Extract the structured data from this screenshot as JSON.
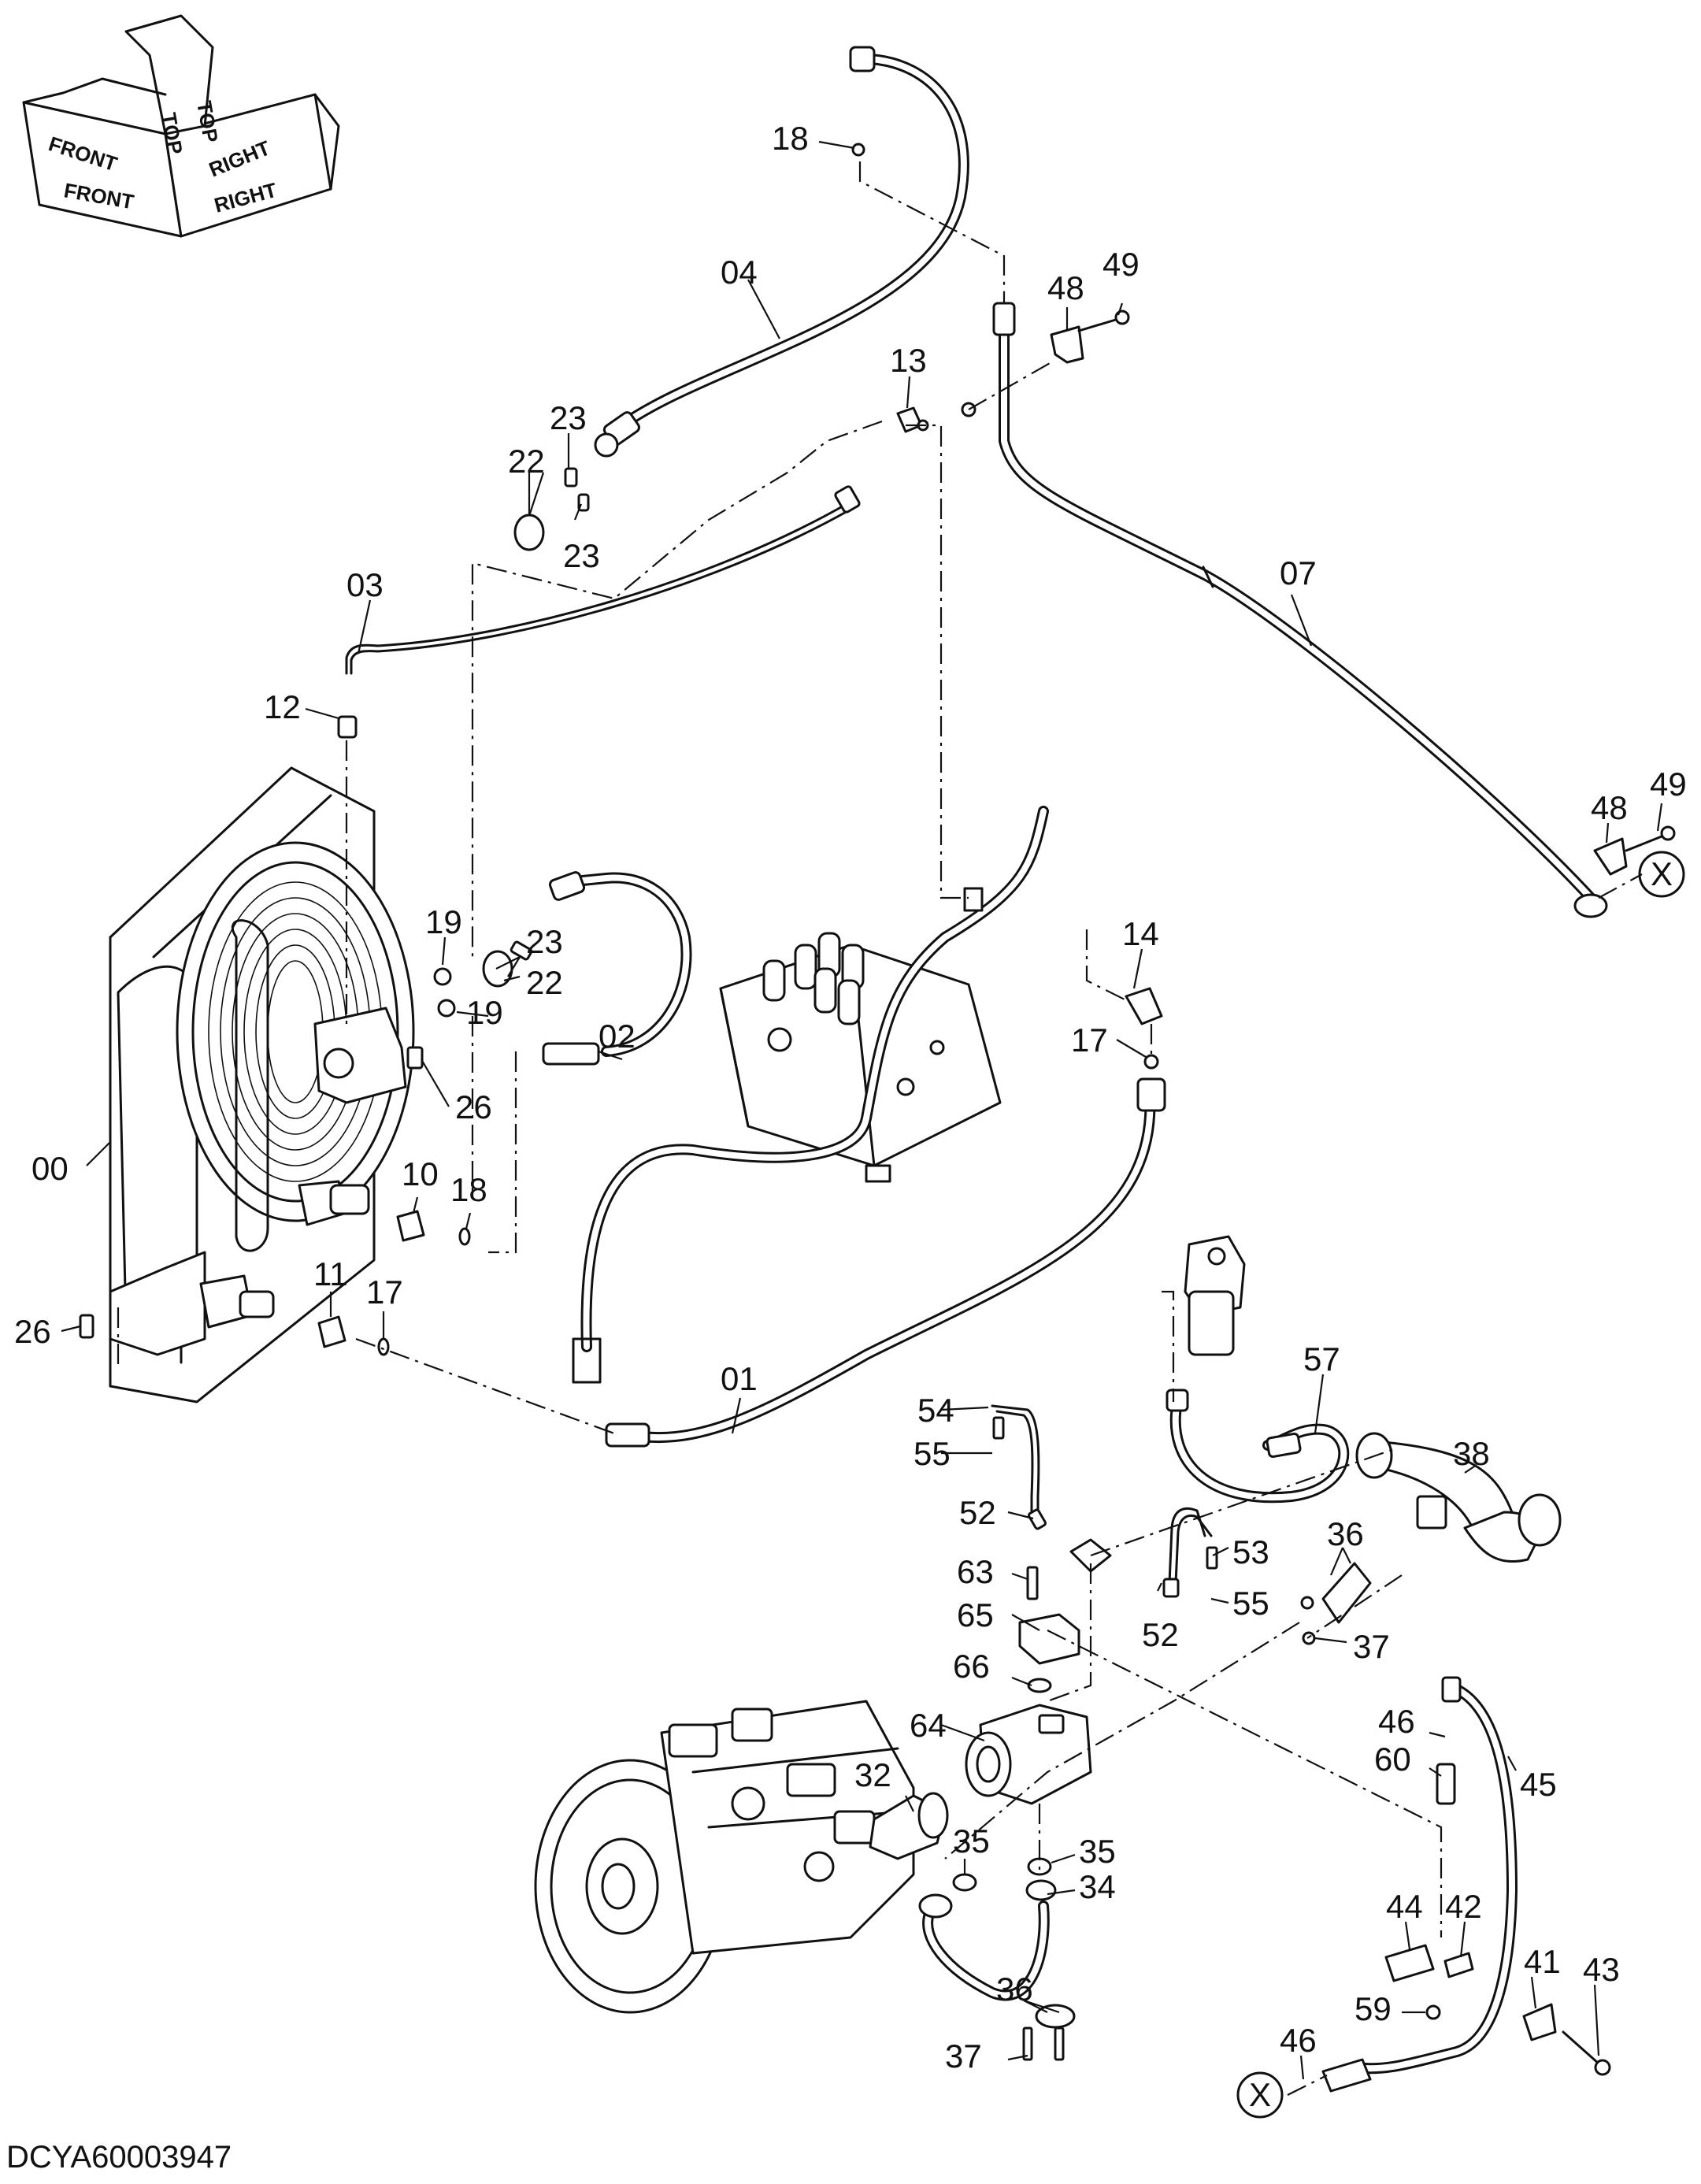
{
  "drawing_code": "DCYA60003947",
  "orientation": {
    "front": "FRONT",
    "top": "TOP",
    "right": "RIGHT"
  },
  "callout_x": "X",
  "labels": [
    "00",
    "01",
    "02",
    "03",
    "04",
    "07",
    "10",
    "11",
    "12",
    "13",
    "14",
    "17",
    "18",
    "19",
    "22",
    "23",
    "26",
    "32",
    "34",
    "35",
    "36",
    "37",
    "38",
    "41",
    "42",
    "43",
    "44",
    "45",
    "46",
    "48",
    "49",
    "52",
    "53",
    "54",
    "55",
    "57",
    "59",
    "60",
    "63",
    "64",
    "65",
    "66"
  ]
}
